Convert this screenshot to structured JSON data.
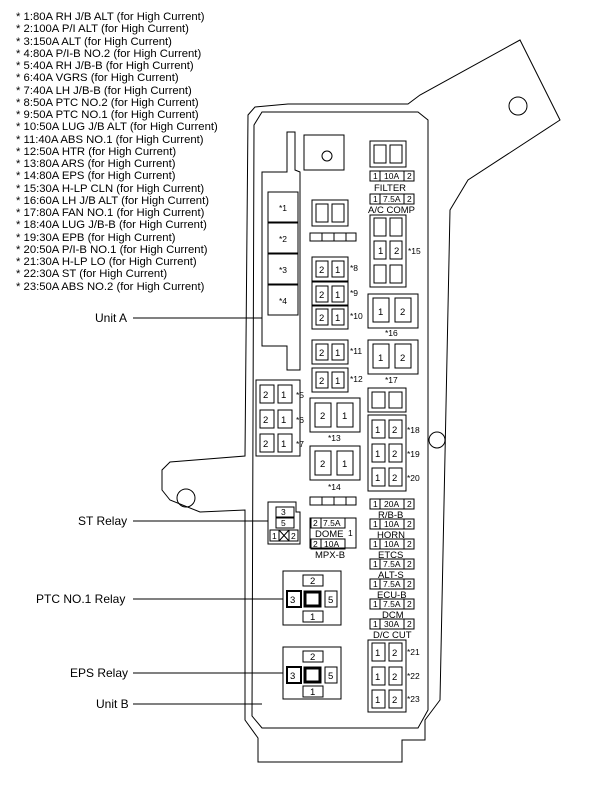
{
  "legend": [
    "* 1:80A RH J/B ALT (for High Current)",
    "* 2:100A P/I ALT (for High Current)",
    "* 3:150A ALT (for High Current)",
    "* 4:80A P/I-B NO.2 (for High Current)",
    "* 5:40A RH J/B-B (for High Current)",
    "* 6:40A VGRS (for High Current)",
    "* 7:40A LH J/B-B (for High Current)",
    "* 8:50A PTC NO.2 (for High Current)",
    "* 9:50A PTC NO.1 (for High Current)",
    "* 10:50A LUG J/B ALT (for High Current)",
    "* 11:40A ABS NO.1 (for High Current)",
    "* 12:50A HTR (for High Current)",
    "* 13:80A ARS (for High Current)",
    "* 14:80A EPS (for High Current)",
    "* 15:30A H-LP CLN (for High Current)",
    "* 16:60A LH J/B ALT (for High Current)",
    "* 17:80A FAN NO.1 (for High Current)",
    "* 18:40A LUG J/B-B (for High Current)",
    "* 19:30A EPB (for High Current)",
    "* 20:50A P/I-B NO.1 (for High Current)",
    "* 21:30A H-LP LO (for High Current)",
    "* 22:30A ST (for High Current)",
    "* 23:50A ABS NO.2 (for High Current)"
  ],
  "callouts": {
    "unit_a": "Unit A",
    "st_relay": "ST Relay",
    "ptc_relay": "PTC NO.1 Relay",
    "eps_relay": "EPS Relay",
    "unit_b": "Unit B"
  },
  "pins": {
    "one": "1",
    "two": "2",
    "three": "3",
    "five": "5"
  },
  "fuses": {
    "filter": {
      "amp": "10A",
      "name": "FILTER"
    },
    "ac_comp": {
      "amp": "7.5A",
      "name": "A/C COMP"
    },
    "rb_b": {
      "amp": "20A",
      "name": "R/B-B"
    },
    "horn": {
      "amp": "10A",
      "name": "HORN"
    },
    "etcs": {
      "amp": "10A",
      "name": "ETCS"
    },
    "alt_s": {
      "amp": "7.5A",
      "name": "ALT-S"
    },
    "ecu_b": {
      "amp": "7.5A",
      "name": "ECU-B"
    },
    "dcm": {
      "amp": "7.5A",
      "name": "DCM"
    },
    "dc_cut": {
      "amp": "30A",
      "name": "D/C CUT"
    },
    "dome": {
      "amp": "7.5A",
      "name": "DOME"
    },
    "mpx_b": {
      "amp": "10A",
      "name": "MPX-B"
    }
  },
  "markers": {
    "m1": "*1",
    "m2": "*2",
    "m3": "*3",
    "m4": "*4",
    "m5": "*5",
    "m6": "*6",
    "m7": "*7",
    "m8": "*8",
    "m9": "*9",
    "m10": "*10",
    "m11": "*11",
    "m12": "*12",
    "m13": "*13",
    "m14": "*14",
    "m15": "*15",
    "m16": "*16",
    "m17": "*17",
    "m18": "*18",
    "m19": "*19",
    "m20": "*20",
    "m21": "*21",
    "m22": "*22",
    "m23": "*23"
  }
}
